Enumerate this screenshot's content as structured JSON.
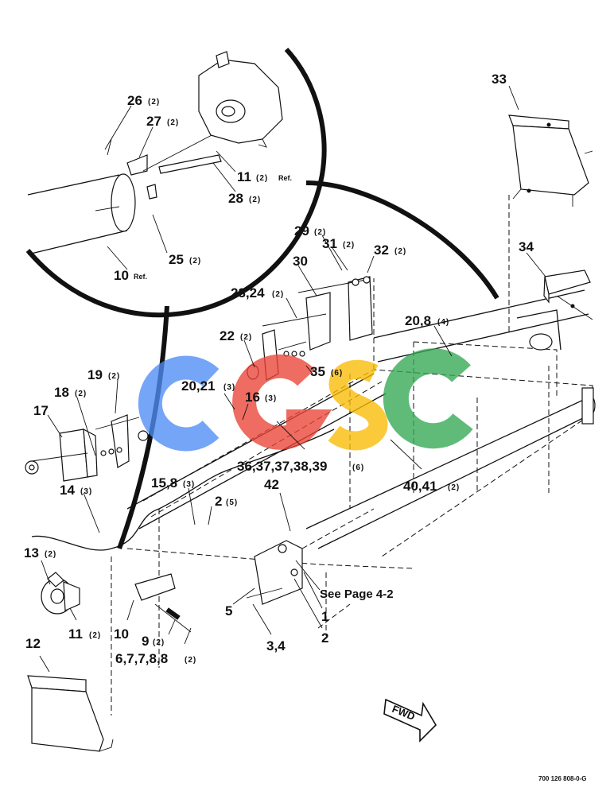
{
  "watermark": {
    "letters": [
      "C",
      "G",
      "S",
      "C"
    ],
    "colors": [
      "#4f8df5",
      "#ea4335",
      "#fbbc05",
      "#34a853"
    ]
  },
  "callouts": {
    "c26": {
      "num": "26",
      "qty": "(2)"
    },
    "c27": {
      "num": "27",
      "qty": "(2)"
    },
    "c11a": {
      "num": "11",
      "qty": "(2)",
      "ref": "Ref."
    },
    "c28": {
      "num": "28",
      "qty": "(2)"
    },
    "c25": {
      "num": "25",
      "qty": "(2)"
    },
    "c10a": {
      "num": "10",
      "ref": "Ref."
    },
    "c33": {
      "num": "33"
    },
    "c34": {
      "num": "34"
    },
    "c29": {
      "num": "29",
      "qty": "(2)"
    },
    "c31": {
      "num": "31",
      "qty": "(2)"
    },
    "c32": {
      "num": "32",
      "qty": "(2)"
    },
    "c30": {
      "num": "30"
    },
    "c2324": {
      "num": "23,24",
      "qty": "(2)"
    },
    "c22": {
      "num": "22",
      "qty": "(2)"
    },
    "c208a": {
      "num": "20,8",
      "qty": "(4)"
    },
    "c19": {
      "num": "19",
      "qty": "(2)"
    },
    "c18": {
      "num": "18",
      "qty": "(2)"
    },
    "c17": {
      "num": "17"
    },
    "c35": {
      "num": "35",
      "qty": "(6)"
    },
    "c2021": {
      "num": "20,21",
      "qty": "(3)"
    },
    "c16": {
      "num": "16",
      "qty": "(3)"
    },
    "c3639": {
      "num": "36,37,37,38,39",
      "qty": "(6)"
    },
    "c4041": {
      "num": "40,41",
      "qty": "(2)"
    },
    "c14": {
      "num": "14",
      "qty": "(3)"
    },
    "c158": {
      "num": "15,8",
      "qty": "(3)"
    },
    "c2": {
      "num": "2",
      "qty": "(5)"
    },
    "c42": {
      "num": "42"
    },
    "c13": {
      "num": "13",
      "qty": "(2)"
    },
    "c11b": {
      "num": "11",
      "qty": "(2)"
    },
    "c10b": {
      "num": "10"
    },
    "c9": {
      "num": "9",
      "qty": "(2)"
    },
    "c6": {
      "num": "6,7,7,8,8",
      "qty": "(2)"
    },
    "c5": {
      "num": "5"
    },
    "c34b": {
      "num": "3,4"
    },
    "c1": {
      "num": "1"
    },
    "c2b": {
      "num": "2"
    },
    "c12": {
      "num": "12"
    }
  },
  "notes": {
    "see_page": "See Page 4-2",
    "fwd": "FWD",
    "drawing_code": "700 126 808-0-G"
  }
}
